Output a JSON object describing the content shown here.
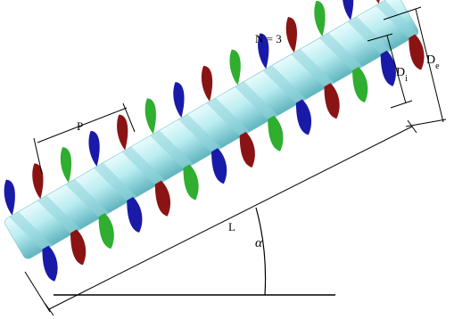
{
  "labels": {
    "n": "N = 3",
    "p": "P",
    "l": "L",
    "alpha": "α",
    "di_main": "D",
    "di_sub": "i",
    "de_main": "D",
    "de_sub": "e"
  },
  "flight_colors": [
    "#1a1aa8",
    "#8a1414",
    "#2fae2f"
  ],
  "shaft_color": "#b8ecf0"
}
